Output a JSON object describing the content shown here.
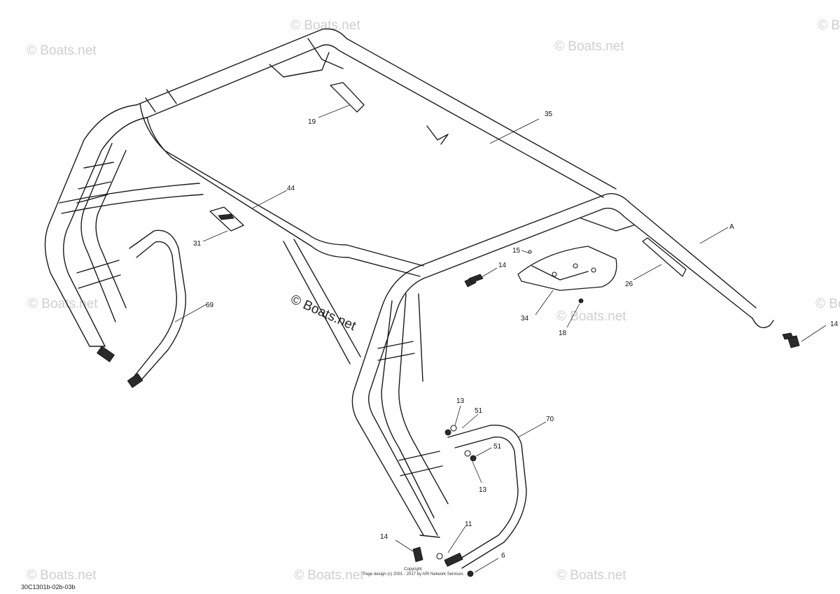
{
  "watermark": "© Boats.net",
  "callouts": [
    {
      "id": "c35",
      "label": "35"
    },
    {
      "id": "c19",
      "label": "19"
    },
    {
      "id": "c44",
      "label": "44"
    },
    {
      "id": "c31",
      "label": "31"
    },
    {
      "id": "c69",
      "label": "69"
    },
    {
      "id": "cA",
      "label": "A"
    },
    {
      "id": "c15",
      "label": "15"
    },
    {
      "id": "c14a",
      "label": "14"
    },
    {
      "id": "c26",
      "label": "26"
    },
    {
      "id": "c34",
      "label": "34"
    },
    {
      "id": "c18",
      "label": "18"
    },
    {
      "id": "c14b",
      "label": "14"
    },
    {
      "id": "c13a",
      "label": "13"
    },
    {
      "id": "c51a",
      "label": "51"
    },
    {
      "id": "c70",
      "label": "70"
    },
    {
      "id": "c51b",
      "label": "51"
    },
    {
      "id": "c13b",
      "label": "13"
    },
    {
      "id": "c11",
      "label": "11"
    },
    {
      "id": "c14c",
      "label": "14"
    },
    {
      "id": "c6",
      "label": "6"
    }
  ],
  "copyright_title": "Copyright",
  "copyright_text": "Page design (c) 2001 - 2017 by ARI Network Services",
  "drawing_code": "30C1301b-02b-03b"
}
